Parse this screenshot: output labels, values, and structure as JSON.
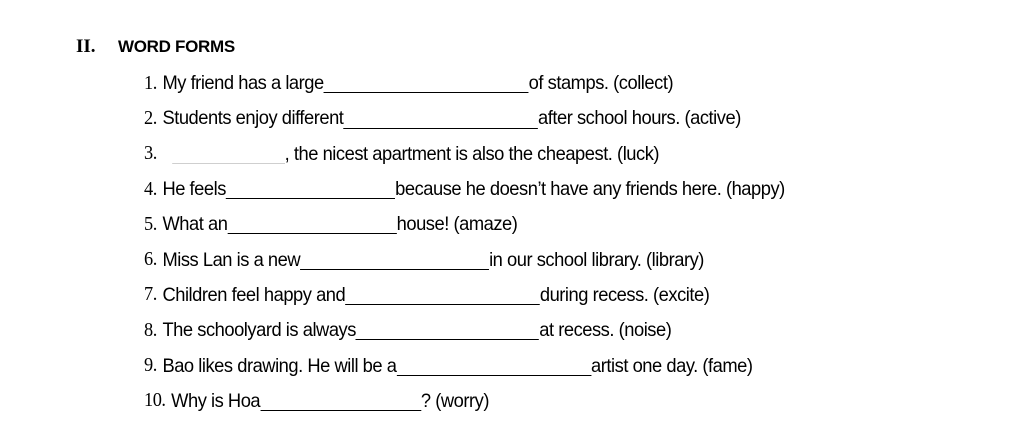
{
  "section": {
    "number": "II.",
    "title": "WORD FORMS"
  },
  "items": [
    {
      "n": "1.",
      "before": "My friend has a large",
      "after": "of stamps. (collect)"
    },
    {
      "n": "2.",
      "before": "Students enjoy different",
      "after": "after school hours. (active)"
    },
    {
      "n": "3.",
      "before": "",
      "after": ", the nicest apartment is also the cheapest. (luck)"
    },
    {
      "n": "4.",
      "before": "He feels",
      "after": "because he doesn’t have any friends here. (happy)"
    },
    {
      "n": "5.",
      "before": "What an",
      "after": "house! (amaze)"
    },
    {
      "n": "6.",
      "before": "Miss Lan is a new",
      "after": "in our school library. (library)"
    },
    {
      "n": "7.",
      "before": "Children feel happy and",
      "after": "during recess. (excite)"
    },
    {
      "n": "8.",
      "before": "The schoolyard is always",
      "after": "at recess. (noise)"
    },
    {
      "n": "9.",
      "before": "Bao likes drawing. He will be a",
      "after": "artist one day. (fame)"
    },
    {
      "n": "10.",
      "before": "Why is Hoa",
      "after": "? (worry)"
    }
  ]
}
